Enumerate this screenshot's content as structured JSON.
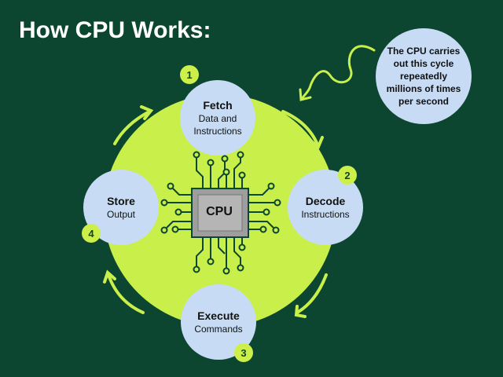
{
  "title": "How CPU Works:",
  "note": "The CPU carries out this cycle repeatedly millions of times per second",
  "chip_label": "CPU",
  "steps": [
    {
      "number": "1",
      "name": "Fetch",
      "desc": "Data and Instructions"
    },
    {
      "number": "2",
      "name": "Decode",
      "desc": "Instructions"
    },
    {
      "number": "3",
      "name": "Execute",
      "desc": "Commands"
    },
    {
      "number": "4",
      "name": "Store",
      "desc": "Output"
    }
  ],
  "colors": {
    "background": "#0c4530",
    "center_circle": "#c8ef4a",
    "step_circle": "#c7dcf4",
    "badge": "#cdef4a",
    "chip": "#9e9e9e",
    "chip_inner": "#b5b5b5",
    "trace": "#0c4530"
  }
}
